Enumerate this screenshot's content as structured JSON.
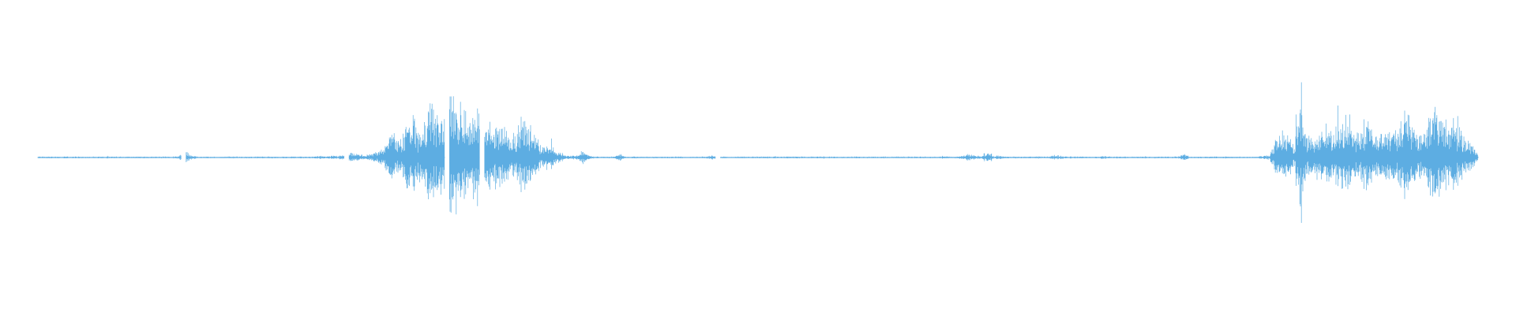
{
  "waveform": {
    "color": "#5DADE2",
    "background": "#FFFFFF",
    "duration_fraction_start": 0.025,
    "duration_fraction_end": 0.975,
    "envelope_amplitude": [
      0.01,
      0.01,
      0.01,
      0.01,
      0.01,
      0.01,
      0.01,
      0.01,
      0.01,
      0.01,
      0.01,
      0.01,
      0.01,
      0.01,
      0.01,
      0.01,
      0.01,
      0.01,
      0.01,
      0.01,
      0.01,
      0.01,
      0.01,
      0.02,
      0.08,
      0.03,
      0.01,
      0.01,
      0.01,
      0.005,
      0.01,
      0.01,
      0.01,
      0.01,
      0.01,
      0.01,
      0.01,
      0.01,
      0.01,
      0.01,
      0.01,
      0.01,
      0.01,
      0.01,
      0.01,
      0.01,
      0.02,
      0.01,
      0.02,
      0.02,
      0.03,
      0.05,
      0.04,
      0.03,
      0.03,
      0.05,
      0.1,
      0.22,
      0.28,
      0.18,
      0.35,
      0.55,
      0.25,
      0.4,
      0.6,
      0.45,
      0.5,
      0.8,
      0.7,
      0.5,
      0.45,
      0.55,
      0.6,
      0.42,
      0.35,
      0.4,
      0.38,
      0.25,
      0.3,
      0.45,
      0.38,
      0.25,
      0.15,
      0.14,
      0.12,
      0.07,
      0.03,
      0.02,
      0.03,
      0.08,
      0.02,
      0.01,
      0.01,
      0.01,
      0.01,
      0.04,
      0.01,
      0.01,
      0.01,
      0.01,
      0.01,
      0.01,
      0.01,
      0.01,
      0.01,
      0.01,
      0.005,
      0.01,
      0.01,
      0.01,
      0.03,
      0.01,
      0.01,
      0.005,
      0.01,
      0.01,
      0.01,
      0.01,
      0.01,
      0.01,
      0.01,
      0.01,
      0.01,
      0.01,
      0.01,
      0.01,
      0.01,
      0.01,
      0.01,
      0.01,
      0.01,
      0.01,
      0.01,
      0.01,
      0.01,
      0.01,
      0.01,
      0.01,
      0.01,
      0.01,
      0.01,
      0.01,
      0.01,
      0.01,
      0.01,
      0.01,
      0.01,
      0.01,
      0.01,
      0.01,
      0.01,
      0.02,
      0.04,
      0.02,
      0.02,
      0.08,
      0.02,
      0.02,
      0.01,
      0.01,
      0.01,
      0.01,
      0.01,
      0.01,
      0.01,
      0.01,
      0.03,
      0.02,
      0.01,
      0.01,
      0.01,
      0.01,
      0.01,
      0.01,
      0.02,
      0.01,
      0.01,
      0.01,
      0.01,
      0.01,
      0.01,
      0.01,
      0.01,
      0.01,
      0.01,
      0.01,
      0.01,
      0.04,
      0.01,
      0.01,
      0.01,
      0.01,
      0.01,
      0.01,
      0.01,
      0.01,
      0.01,
      0.01,
      0.01,
      0.01,
      0.02,
      0.03,
      0.2,
      0.28,
      0.22,
      0.15,
      0.65,
      0.25,
      0.2,
      0.3,
      0.35,
      0.28,
      0.32,
      0.4,
      0.45,
      0.22,
      0.35,
      0.45,
      0.3,
      0.25,
      0.38,
      0.28,
      0.35,
      0.55,
      0.42,
      0.3,
      0.25,
      0.45,
      0.55,
      0.5,
      0.35,
      0.4,
      0.3,
      0.22,
      0.18,
      0.03
    ],
    "silent_gaps": [
      0.121,
      0.2285,
      0.295,
      0.318,
      0.4735
    ]
  }
}
